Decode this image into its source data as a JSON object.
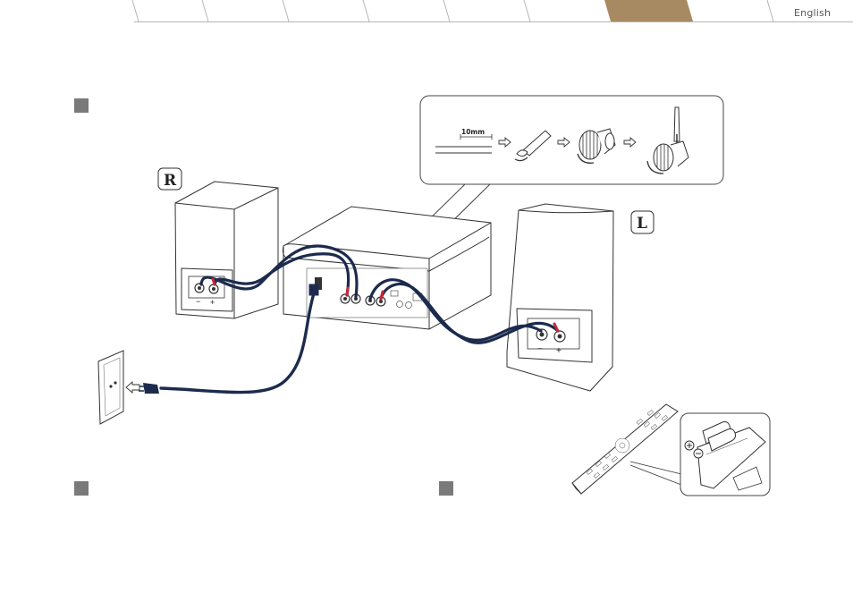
{
  "header": {
    "tabs": [
      "",
      "",
      "",
      "",
      "",
      "",
      "",
      "",
      ""
    ],
    "active_tab_index": 6,
    "active_color": "#a88a62",
    "language": "English"
  },
  "steps": [
    {
      "name": "step-marker-1"
    },
    {
      "name": "step-marker-2"
    },
    {
      "name": "step-marker-3"
    }
  ],
  "speakers": {
    "right_label": "R",
    "left_label": "L",
    "terminal_minus": "−",
    "terminal_plus": "+"
  },
  "wire_prep": {
    "strip_length": "10mm"
  },
  "colors": {
    "cable": "#1c2b4d",
    "red_wire": "#c8283a",
    "outline": "#333333"
  },
  "icons": [
    "arrow-right-icon",
    "battery-plus-icon",
    "battery-minus-icon",
    "power-plug-icon"
  ]
}
